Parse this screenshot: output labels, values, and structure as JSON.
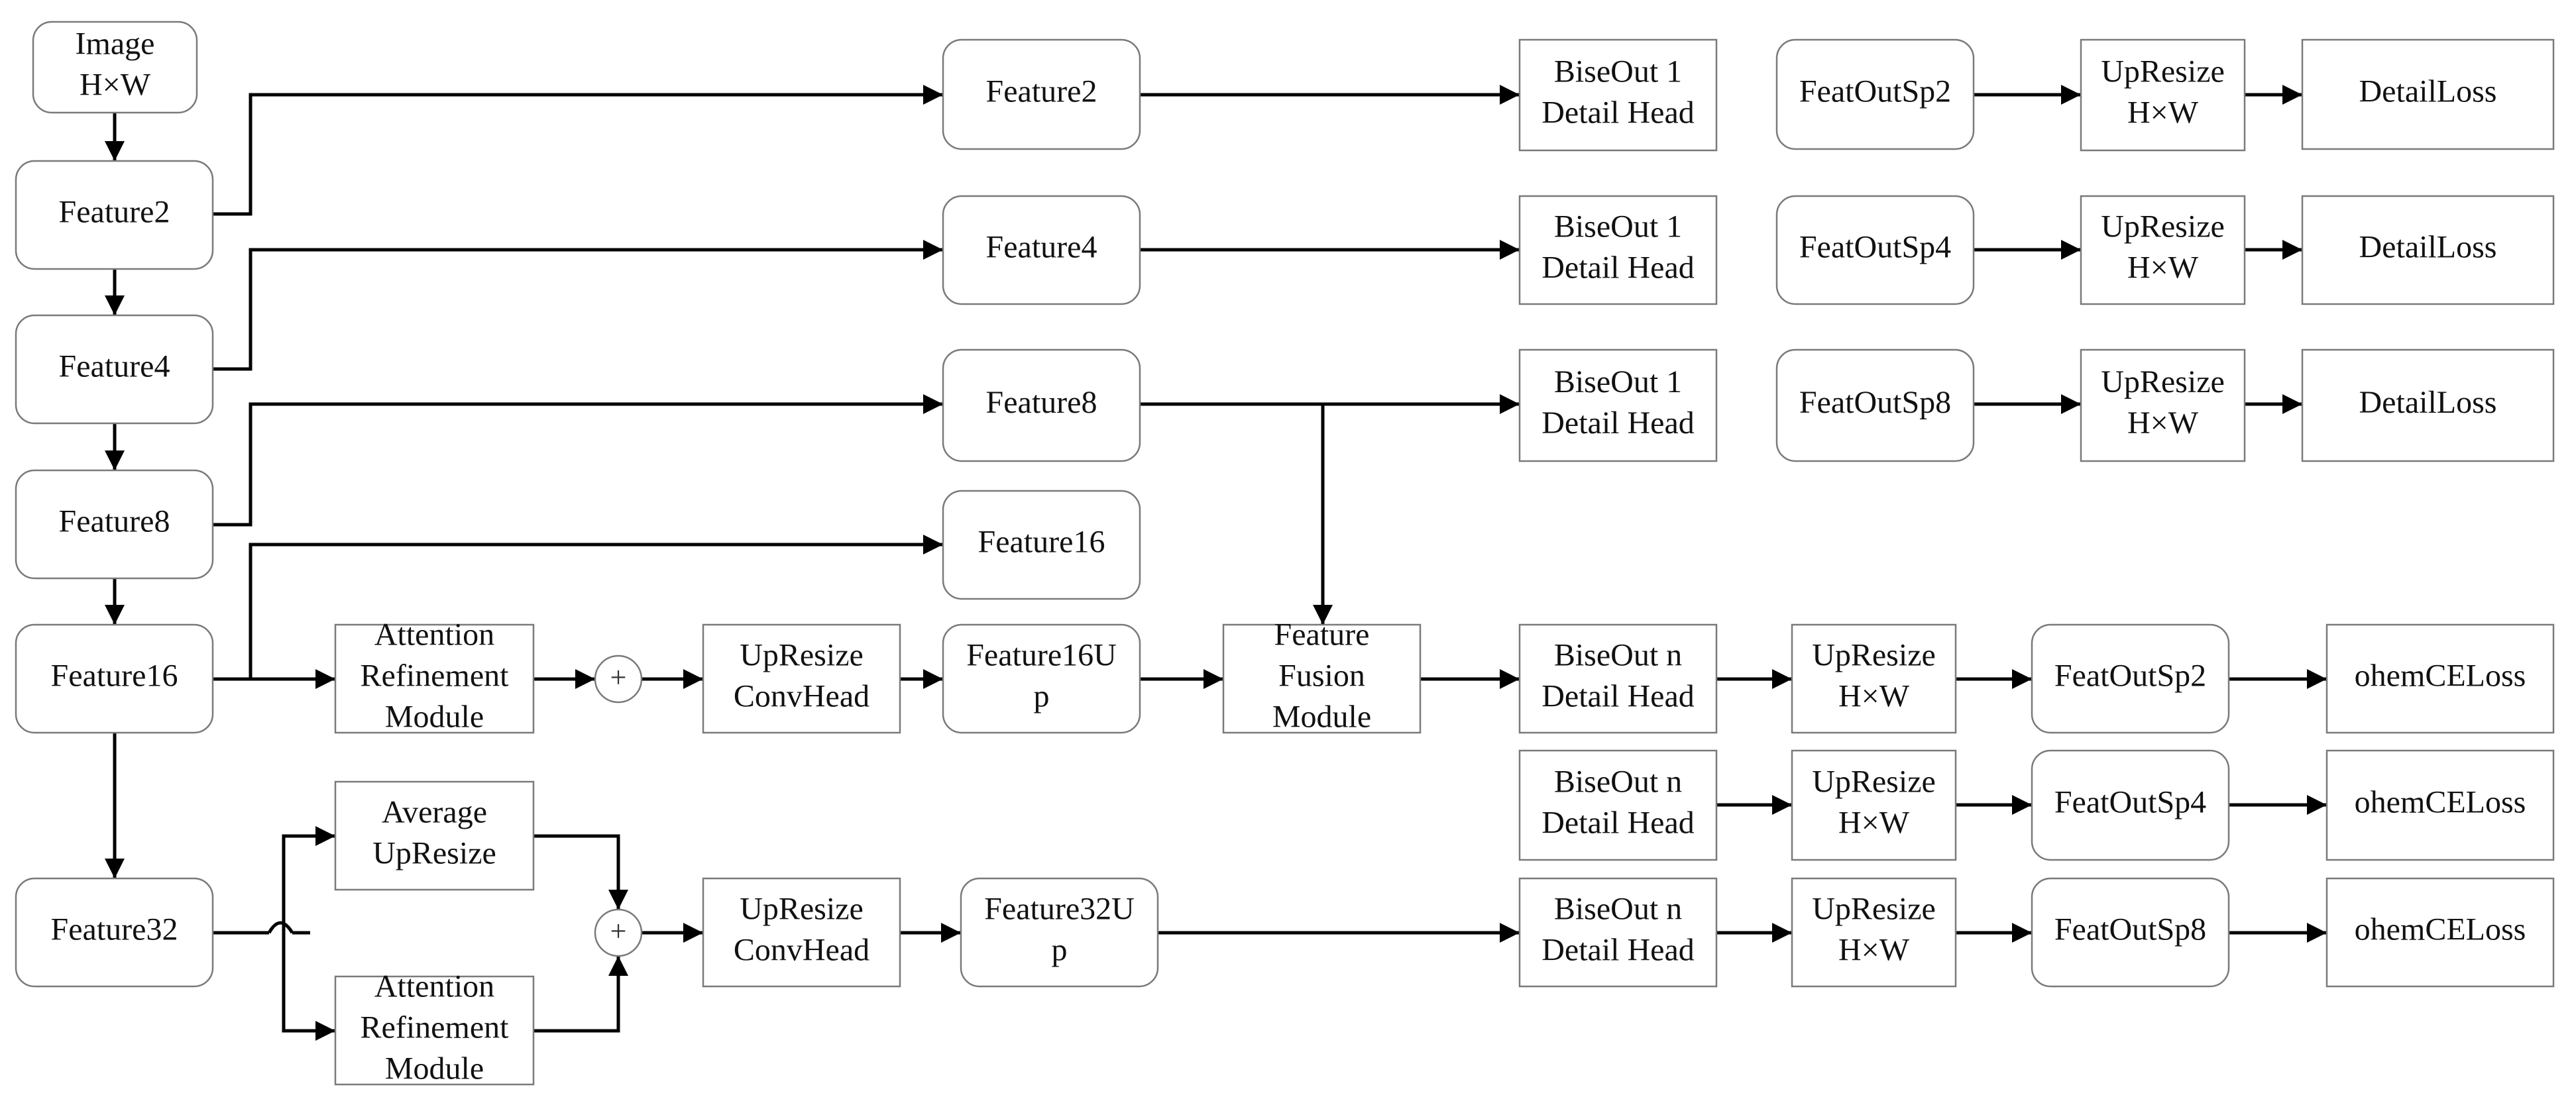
{
  "nodes": {
    "image": [
      "Image",
      "H×W"
    ],
    "bb_feature2": [
      "Feature2"
    ],
    "bb_feature4": [
      "Feature4"
    ],
    "bb_feature8": [
      "Feature8"
    ],
    "bb_feature16": [
      "Feature16"
    ],
    "bb_feature32": [
      "Feature32"
    ],
    "tap_feature2": [
      "Feature2"
    ],
    "tap_feature4": [
      "Feature4"
    ],
    "tap_feature8": [
      "Feature8"
    ],
    "tap_feature16": [
      "Feature16"
    ],
    "detail_head_1": [
      "BiseOut 1",
      "Detail Head"
    ],
    "detail_head_2": [
      "BiseOut 1",
      "Detail Head"
    ],
    "detail_head_3": [
      "BiseOut 1",
      "Detail Head"
    ],
    "featoutsp2_top": [
      "FeatOutSp2"
    ],
    "featoutsp4_top": [
      "FeatOutSp4"
    ],
    "featoutsp8_top": [
      "FeatOutSp8"
    ],
    "upresize_top_1": [
      "UpResize",
      "H×W"
    ],
    "upresize_top_2": [
      "UpResize",
      "H×W"
    ],
    "upresize_top_3": [
      "UpResize",
      "H×W"
    ],
    "detailloss_1": [
      "DetailLoss"
    ],
    "detailloss_2": [
      "DetailLoss"
    ],
    "detailloss_3": [
      "DetailLoss"
    ],
    "arm_16": [
      "Attention",
      "Refinement",
      "Module"
    ],
    "convhead_16": [
      "UpResize",
      "ConvHead"
    ],
    "feature16up": [
      "Feature16U",
      "p"
    ],
    "ffm": [
      "Feature",
      "Fusion",
      "Module"
    ],
    "seg_head_1": [
      "BiseOut n",
      "Detail Head"
    ],
    "seg_head_2": [
      "BiseOut n",
      "Detail Head"
    ],
    "seg_head_3": [
      "BiseOut n",
      "Detail Head"
    ],
    "upresize_bot_1": [
      "UpResize",
      "H×W"
    ],
    "upresize_bot_2": [
      "UpResize",
      "H×W"
    ],
    "upresize_bot_3": [
      "UpResize",
      "H×W"
    ],
    "featoutsp2_bot": [
      "FeatOutSp2"
    ],
    "featoutsp4_bot": [
      "FeatOutSp4"
    ],
    "featoutsp8_bot": [
      "FeatOutSp8"
    ],
    "ohem_1": [
      "ohemCELoss"
    ],
    "ohem_2": [
      "ohemCELoss"
    ],
    "ohem_3": [
      "ohemCELoss"
    ],
    "avg_upresize": [
      "Average",
      "UpResize"
    ],
    "arm_32": [
      "Attention",
      "Refinement",
      "Module"
    ],
    "convhead_32": [
      "UpResize",
      "ConvHead"
    ],
    "feature32up": [
      "Feature32U",
      "p"
    ]
  },
  "sum_symbol": "+"
}
